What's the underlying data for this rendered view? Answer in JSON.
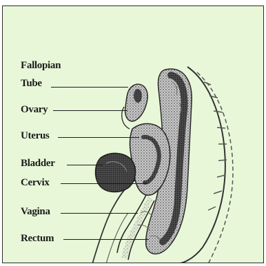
{
  "labels": {
    "fallopian_tube_line1": "Fallopian",
    "fallopian_tube_line2": "Tube",
    "ovary": "Ovary",
    "uterus": "Uterus",
    "bladder": "Bladder",
    "cervix": "Cervix",
    "vagina": "Vagina",
    "rectum": "Rectum"
  },
  "colors": {
    "background": "#e8f7d8",
    "ink": "#1b1b1b",
    "tissue_dark": "#3a3a3a",
    "tissue_mid": "#7a7a7a",
    "tissue_light": "#b8b8b8"
  }
}
